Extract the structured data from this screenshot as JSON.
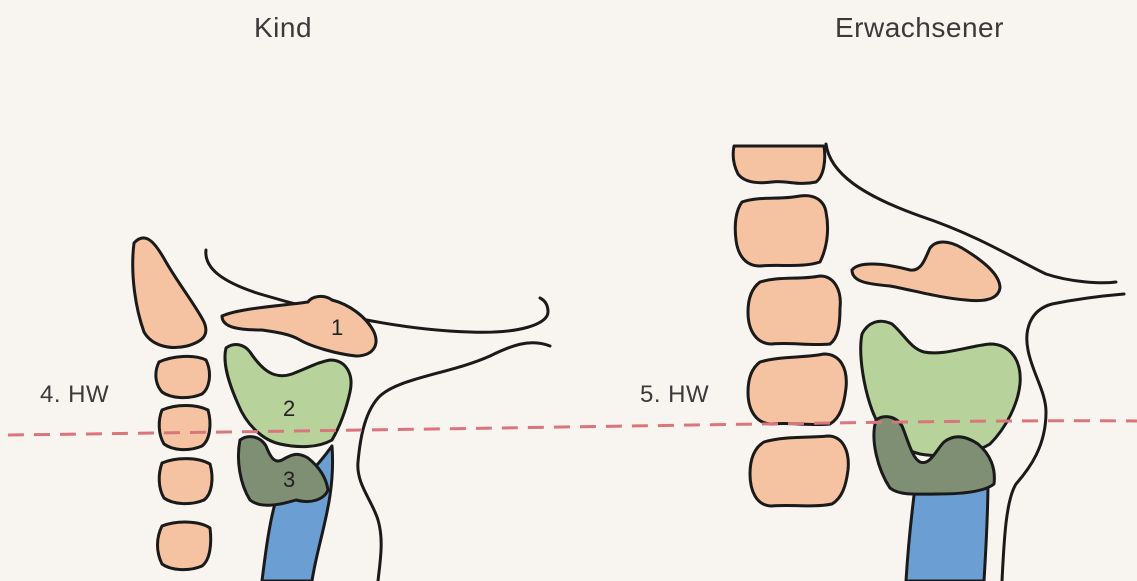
{
  "titles": {
    "child": "Kind",
    "adult": "Erwachsener"
  },
  "levels": {
    "child": "4. HW",
    "adult": "5. HW"
  },
  "numbers": {
    "hyoid": "1",
    "thyroid": "2",
    "cricoid": "3"
  },
  "colors": {
    "background": "#f8f4f0",
    "bone": "#f5c3a1",
    "thyroid_cartilage": "#b7d39b",
    "cricoid_cartilage": "#7f8f73",
    "trachea": "#6b9ed2",
    "reference_line": "#d9767c"
  }
}
